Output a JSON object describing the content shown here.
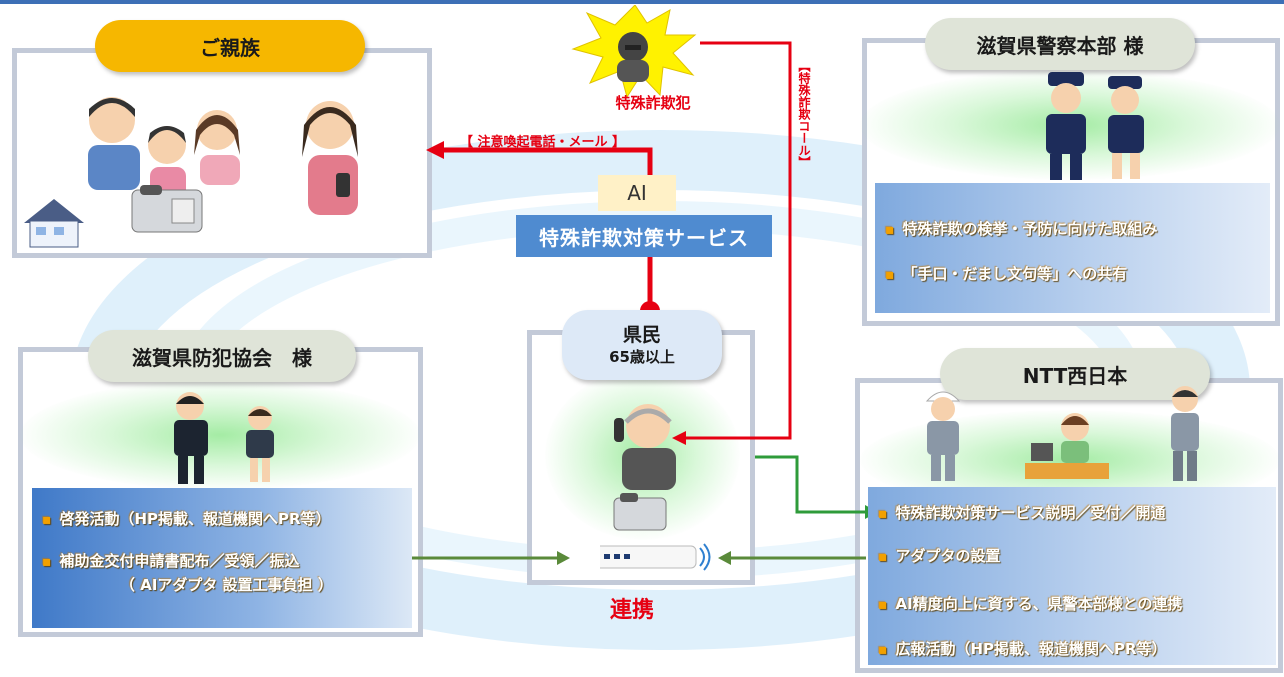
{
  "relatives": {
    "title": "ご親族"
  },
  "warning_label": "【 注意喚起電話・メール 】",
  "fraudster": {
    "label": "特殊詐欺犯",
    "call_label": "【特殊詐欺コール】"
  },
  "service": {
    "ai": "AI",
    "name": "特殊詐欺対策サービス"
  },
  "resident": {
    "title": "県民",
    "subtitle": "65歳以上"
  },
  "police": {
    "title": "滋賀県警察本部 様",
    "items": [
      "特殊詐欺の検挙・予防に向けた取組み",
      "「手口・だまし文句等」への共有"
    ]
  },
  "association": {
    "title": "滋賀県防犯協会　様",
    "items": [
      "啓発活動（HP掲載、報道機関へPR等）",
      "補助金交付申請書配布／受領／振込",
      "（ AIアダプタ 設置工事負担 ）"
    ]
  },
  "ntt": {
    "title": "NTT西日本",
    "items": [
      "特殊詐欺対策サービス説明／受付／開通",
      "アダプタの設置",
      "AI精度向上に資する、県警本部様との連携",
      "広報活動（HP掲載、報道機関へPR等）"
    ]
  },
  "cooperation": "連携",
  "colors": {
    "red_line": "#e60012",
    "green_line": "#2e9b3a",
    "olive_line": "#5a8a3a",
    "panel_border": "#c3cad8",
    "service_blue": "#4f8bd0",
    "accent_yellow": "#f6b700"
  }
}
